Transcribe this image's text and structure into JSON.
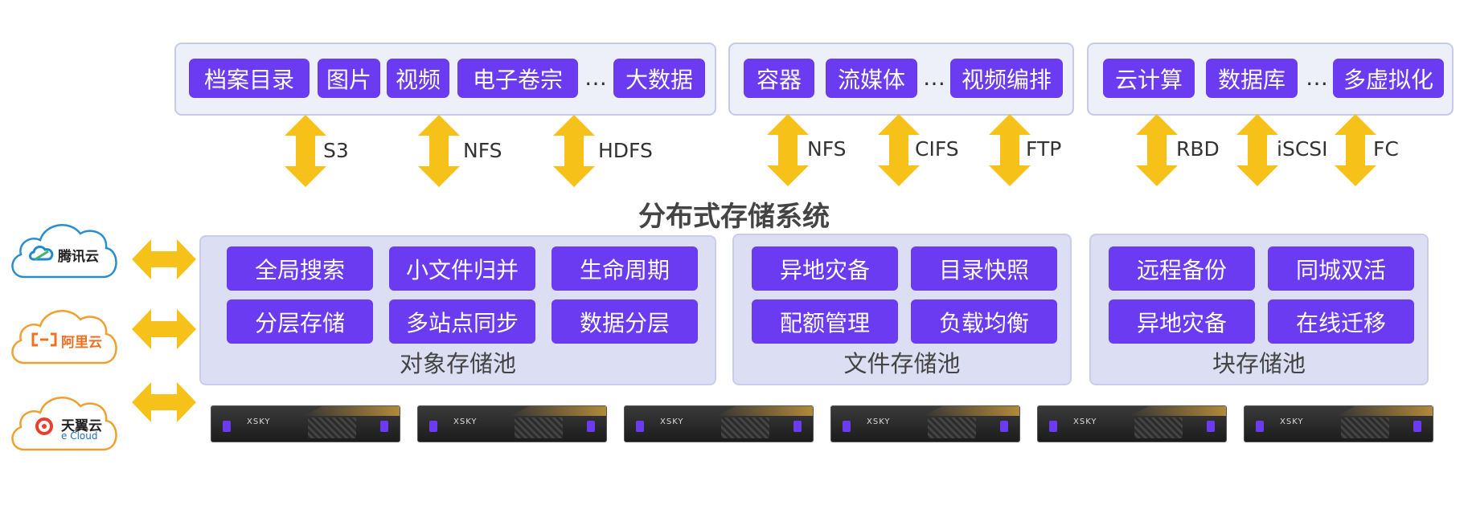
{
  "apps": {
    "group1": {
      "items": [
        "档案目录",
        "图片",
        "视频",
        "电子卷宗",
        "大数据"
      ],
      "ellipsis": "…"
    },
    "group2": {
      "items": [
        "容器",
        "流媒体",
        "视频编排"
      ],
      "ellipsis": "…"
    },
    "group3": {
      "items": [
        "云计算",
        "数据库",
        "多虚拟化"
      ],
      "ellipsis": "…"
    }
  },
  "protocols": {
    "object": [
      "S3",
      "NFS",
      "HDFS"
    ],
    "file": [
      "NFS",
      "CIFS",
      "FTP"
    ],
    "block": [
      "RBD",
      "iSCSI",
      "FC"
    ]
  },
  "system_title": "分布式存储系统",
  "pools": {
    "object": {
      "label": "对象存储池",
      "features": [
        "全局搜索",
        "小文件归并",
        "生命周期",
        "分层存储",
        "多站点同步",
        "数据分层"
      ]
    },
    "file": {
      "label": "文件存储池",
      "features": [
        "异地灾备",
        "目录快照",
        "配额管理",
        "负载均衡"
      ]
    },
    "block": {
      "label": "块存储池",
      "features": [
        "远程备份",
        "同城双活",
        "异地灾备",
        "在线迁移"
      ]
    }
  },
  "clouds": [
    {
      "name": "腾讯云",
      "icon": "tencent-cloud-logo-icon"
    },
    {
      "name": "阿里云",
      "icon": "aliyun-logo-icon"
    },
    {
      "name": "天翼云",
      "sub": "e Cloud",
      "icon": "tianyi-cloud-logo-icon"
    }
  ],
  "servers": {
    "brand": "XSKY",
    "count": 6
  },
  "colors": {
    "chip": "#6a3bf0",
    "arrow": "#f6c21a",
    "panel": "#eef0f9",
    "pool": "#dcdff3"
  }
}
